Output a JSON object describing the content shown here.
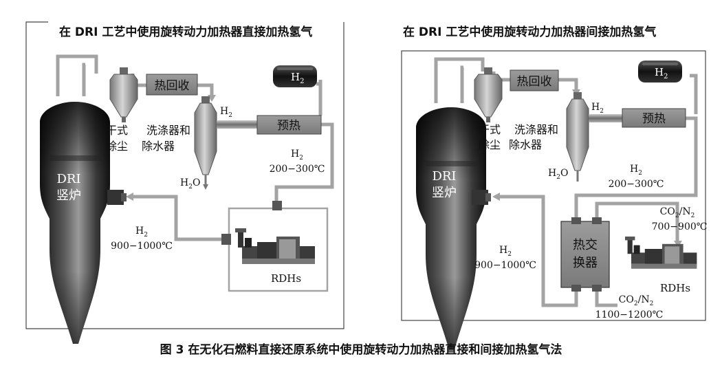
{
  "left": {
    "title": "在 DRI 工艺中使用旋转动力加热器直接加热氢气",
    "h2_tank": "H",
    "h2_tank_sub": "2",
    "heat_recovery": "热回收",
    "preheat": "预热",
    "dry_dust_1": "干式",
    "dry_dust_2": "除尘",
    "scrubber_1": "洗涤器和",
    "scrubber_2": "除水器",
    "h2_small": "H",
    "h2_small_sub": "2",
    "h2o": "H",
    "h2o_sub": "2",
    "h2o_tail": "O",
    "h2_pre": "H",
    "h2_pre_sub": "2",
    "temp_pre": "200−300℃",
    "furnace_1": "DRI",
    "furnace_2": "竖炉",
    "h2_hot": "H",
    "h2_hot_sub": "2",
    "temp_hot": "900−1000℃",
    "rdh": "RDHs"
  },
  "right": {
    "title": "在 DRI 工艺中使用旋转动力加热器间接加热氢气",
    "h2_tank": "H",
    "h2_tank_sub": "2",
    "heat_recovery": "热回收",
    "preheat": "预热",
    "dry_dust_1": "干式",
    "dry_dust_2": "除尘",
    "scrubber_1": "洗涤器和",
    "scrubber_2": "除水器",
    "h2_small": "H",
    "h2_small_sub": "2",
    "h2o": "H",
    "h2o_sub": "2",
    "h2o_tail": "O",
    "h2_pre": "H",
    "h2_pre_sub": "2",
    "temp_pre": "200−300℃",
    "furnace_1": "DRI",
    "furnace_2": "竖炉",
    "h2_hot": "H",
    "h2_hot_sub": "2",
    "temp_hot": "900−1000℃",
    "hx_1": "热交",
    "hx_2": "换器",
    "co2_a": "CO",
    "co2_a_sub": "2",
    "co2_a_tail": "/N",
    "co2_a_sub2": "2",
    "temp_co2_a": "700−900℃",
    "co2_b": "CO",
    "co2_b_sub": "2",
    "co2_b_tail": "/N",
    "co2_b_sub2": "2",
    "temp_co2_b": "1100−1200℃",
    "rdh": "RDHs"
  },
  "caption": "图 3   在无化石燃料直接还原系统中使用旋转动力加热器直接和间接加热氢气法",
  "colors": {
    "pipe": "#a3a3a3",
    "box_fill": "#8a8a8a",
    "box_dark": "#2a2a2a",
    "frame": "#444444"
  }
}
